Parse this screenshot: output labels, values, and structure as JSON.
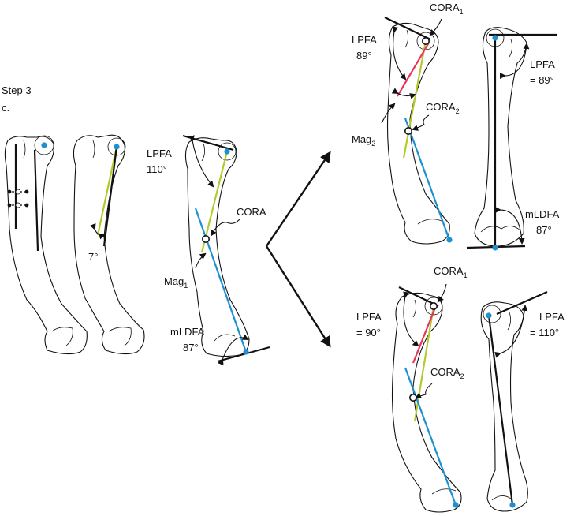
{
  "colors": {
    "mechanical_axis": "#1e90d0",
    "anatomic_axis": "#b5c92a",
    "corrected_axis": "#e8345a",
    "line": "#111111"
  },
  "step": {
    "title": "Step 3",
    "sub": "c."
  },
  "panel_a": {
    "angle": "7°"
  },
  "panel_b": {
    "lpfa_label": "LPFA",
    "lpfa_value": "110°",
    "cora_label": "CORA",
    "mag_label": "Mag",
    "mag_sub": "1",
    "mldfa_label": "mLDFA",
    "mldfa_value": "87°"
  },
  "top_right": {
    "lpfa_label": "LPFA",
    "lpfa_value": "89°",
    "cora1_label": "CORA",
    "cora1_sub": "1",
    "cora2_label": "CORA",
    "cora2_sub": "2",
    "mag_label": "Mag",
    "mag_sub": "2",
    "right_lpfa_label": "LPFA",
    "right_lpfa_value": "= 89°",
    "mldfa_label": "mLDFA",
    "mldfa_value": "87°"
  },
  "bottom_right": {
    "lpfa_label": "LPFA",
    "lpfa_value": "= 90°",
    "cora1_label": "CORA",
    "cora1_sub": "1",
    "cora2_label": "CORA",
    "cora2_sub": "2",
    "right_lpfa_label": "LPFA",
    "right_lpfa_value": "= 110°"
  }
}
